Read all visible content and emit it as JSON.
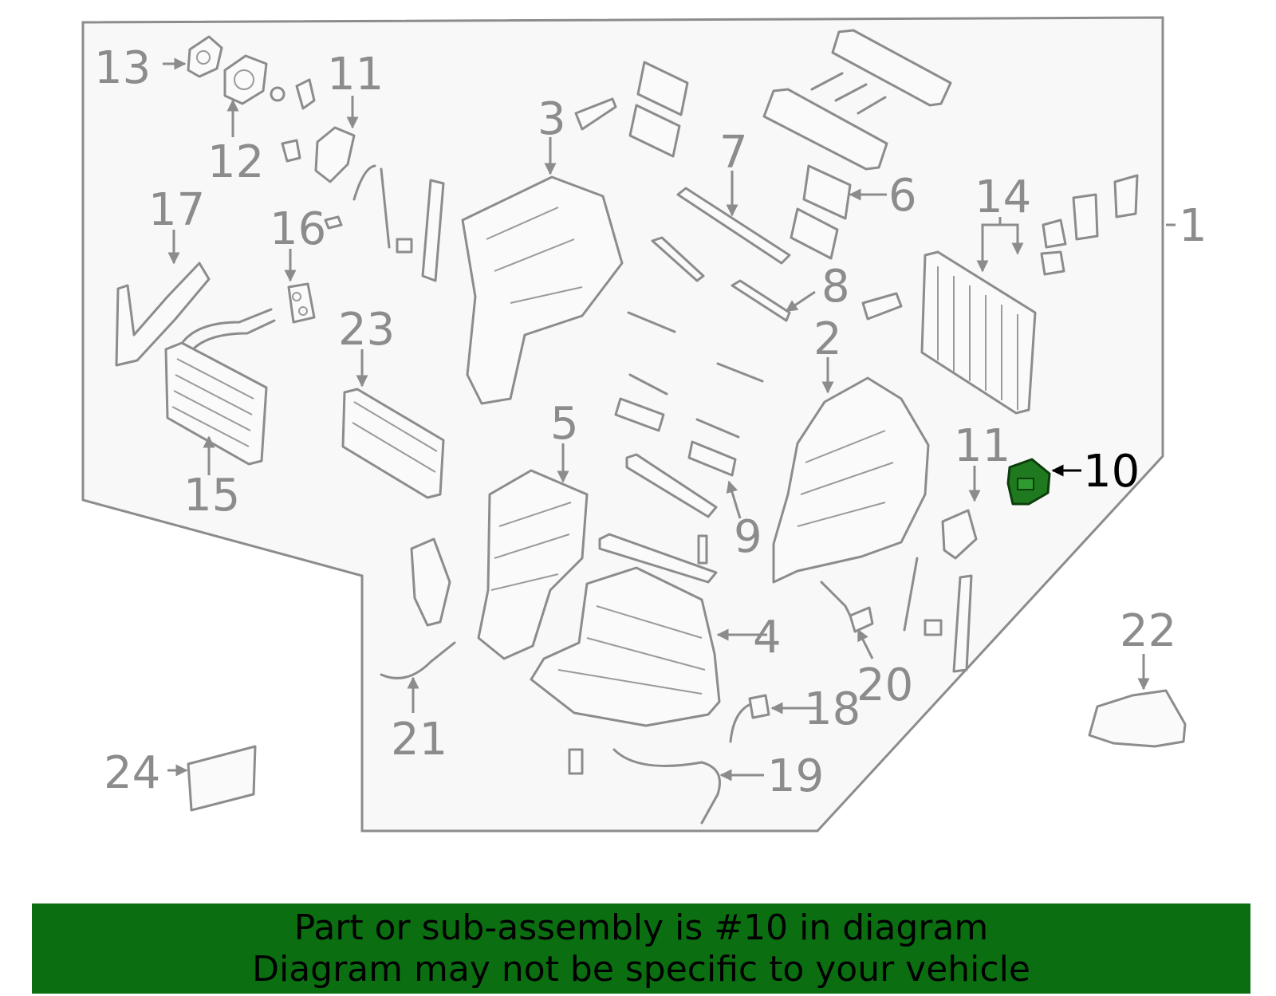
{
  "colors": {
    "outline": "#8c8c8c",
    "highlight_part": "#1f7a1f",
    "banner_bg": "#0b6e11",
    "banner_text": "#000000"
  },
  "callouts": {
    "c1": "1",
    "c2": "2",
    "c3": "3",
    "c4": "4",
    "c5": "5",
    "c6": "6",
    "c7": "7",
    "c8": "8",
    "c9": "9",
    "c10": "10",
    "c11a": "11",
    "c11b": "11",
    "c12": "12",
    "c13": "13",
    "c14": "14",
    "c15": "15",
    "c16": "16",
    "c17": "17",
    "c18": "18",
    "c19": "19",
    "c20": "20",
    "c21": "21",
    "c22": "22",
    "c23": "23",
    "c24": "24"
  },
  "banner": {
    "line1": "Part or sub-assembly is #10 in diagram",
    "line2": "Diagram may not be specific to your vehicle"
  }
}
